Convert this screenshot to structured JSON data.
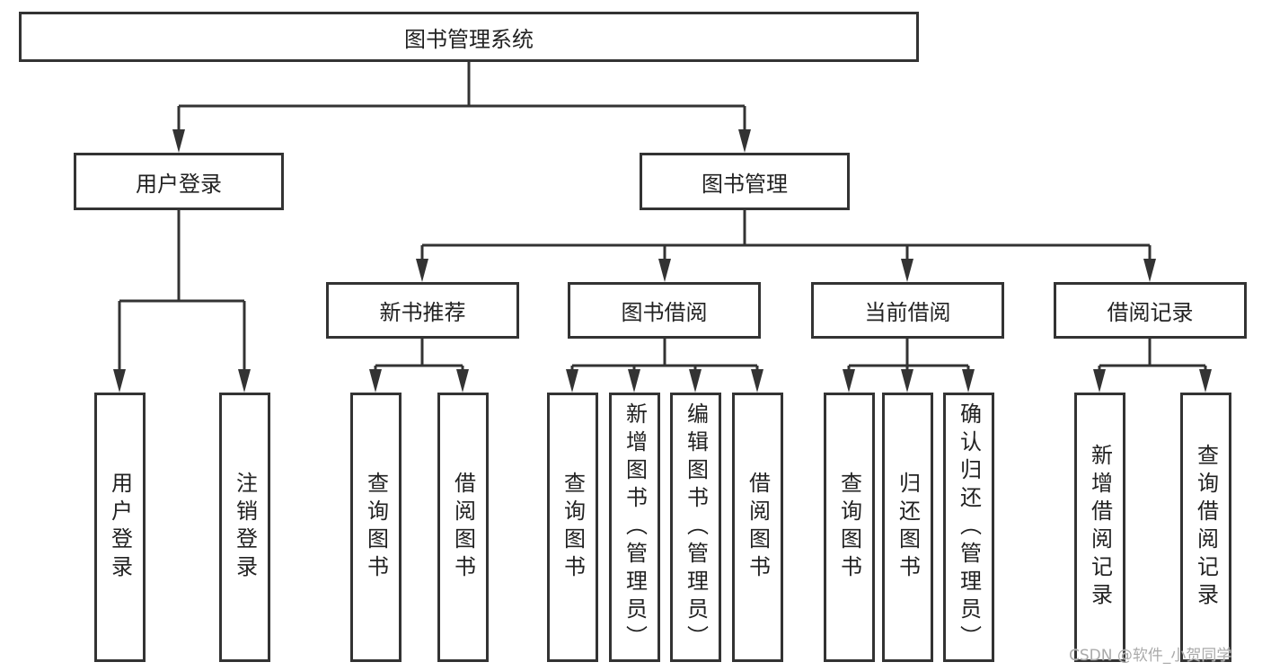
{
  "root": "图书管理系统",
  "level1": [
    "用户登录",
    "图书管理"
  ],
  "level2": [
    "新书推荐",
    "图书借阅",
    "当前借阅",
    "借阅记录"
  ],
  "leaves": {
    "user": [
      "用户登录",
      "注销登录"
    ],
    "new_books": [
      "查询图书",
      "借阅图书"
    ],
    "borrow": [
      "查询图书",
      "新增图书（管理员）",
      "编辑图书（管理员）",
      "借阅图书"
    ],
    "current": [
      "查询图书",
      "归还图书",
      "确认归还（管理员）"
    ],
    "records": [
      "新增借阅记录",
      "查询借阅记录"
    ]
  },
  "watermark": "CSDN @软件_小贺同学"
}
